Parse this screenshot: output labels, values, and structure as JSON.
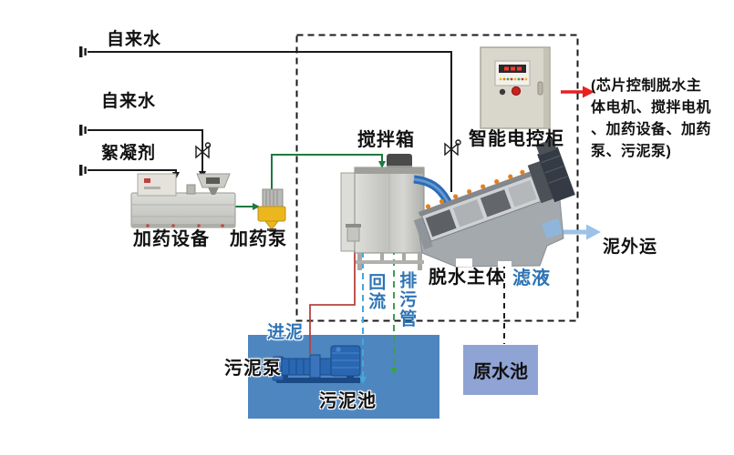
{
  "labels": {
    "tap_water_top": "自来水",
    "tap_water_mid": "自来水",
    "flocculant": "絮凝剂",
    "dosing_equipment": "加药设备",
    "dosing_pump": "加药泵",
    "mixing_tank": "搅拌箱",
    "control_cabinet": "智能电控柜",
    "chip_note": "(芯片控制脱水主\n体电机、搅拌电机\n、加药设备、加药\n泵、污泥泵)",
    "dewatering_body": "脱水主体",
    "filtrate": "滤液",
    "sludge_out": "泥外运",
    "reflux": "回流",
    "drain_pipe": "排污管",
    "sludge_inlet": "进泥",
    "sludge_pump": "污泥泵",
    "sludge_pool": "污泥池",
    "raw_water_pool": "原水池"
  },
  "colors": {
    "sludge_pool_fill": "#4e86c0",
    "raw_water_pool_fill": "#8fa3d4",
    "blue_label_text": "#2e74b5",
    "green_pipe_line": "#1e7a40",
    "green_dashed_line": "#3d9e50",
    "blue_dashed_line": "#45a8d8",
    "red_feed_line": "#b5433f",
    "red_pointer_arrow": "#e82020",
    "light_blue_arrow": "#9cc2e8",
    "dashed_boundary": "#1a1a1a"
  }
}
